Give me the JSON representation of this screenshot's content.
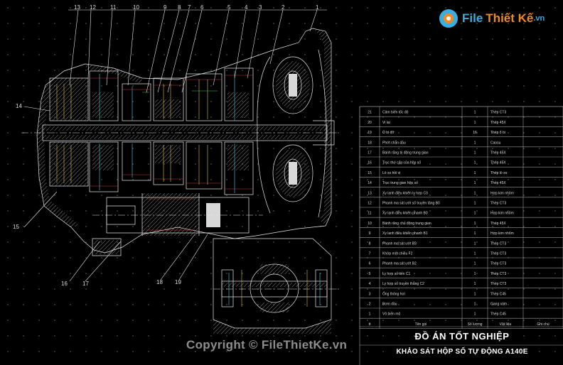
{
  "logo": {
    "part1": "File",
    "part2": "Thiết Kế",
    "suffix": ".vn"
  },
  "watermark": "Copyright © FileThietKe.vn",
  "callouts": {
    "top": [
      "13",
      "12",
      "11",
      "10",
      "9",
      "8",
      "7",
      "6",
      "5",
      "4",
      "3",
      "2",
      "1"
    ],
    "left_14": "14",
    "left_15": "15",
    "bottom": [
      "16",
      "17",
      "18",
      "19"
    ]
  },
  "parts_table": {
    "rows": [
      {
        "no": "21",
        "name": "Cảm biến tốc độ",
        "qty": "1",
        "material": "Thép CT3",
        "note": ""
      },
      {
        "no": "20",
        "name": "Vi lai",
        "qty": "1",
        "material": "Thép 45X",
        "note": ""
      },
      {
        "no": "19",
        "name": "Ổ bi đỡ",
        "qty": "16",
        "material": "Thép ổ bi",
        "note": ""
      },
      {
        "no": "18",
        "name": "Phớt chắn dầu",
        "qty": "1",
        "material": "Caosu",
        "note": ""
      },
      {
        "no": "17",
        "name": "Bánh răng bị động trung gian",
        "qty": "1",
        "material": "Thép 45X",
        "note": ""
      },
      {
        "no": "16",
        "name": "Trục thứ cấp của hộp số",
        "qty": "1",
        "material": "Thép 45X",
        "note": ""
      },
      {
        "no": "15",
        "name": "Lò xo hồi vị",
        "qty": "1",
        "material": "Thép lò xo",
        "note": ""
      },
      {
        "no": "14",
        "name": "Trục trung gian hộp số",
        "qty": "1",
        "material": "Thép 45X",
        "note": ""
      },
      {
        "no": "13",
        "name": "Xy lanh điều khiển ly hợp C0",
        "qty": "1",
        "material": "Hợp kim nhôm",
        "note": ""
      },
      {
        "no": "12",
        "name": "Phanh ma sát ướt số truyền tăng B0",
        "qty": "1",
        "material": "Thép CT3",
        "note": ""
      },
      {
        "no": "11",
        "name": "Xy lanh điều khiển phanh B0",
        "qty": "1",
        "material": "Hợp kim nhôm",
        "note": ""
      },
      {
        "no": "10",
        "name": "Bánh răng chủ động trung gian",
        "qty": "1",
        "material": "Thép 45X",
        "note": ""
      },
      {
        "no": "9",
        "name": "Xy lanh điều khiển phanh B1",
        "qty": "1",
        "material": "Hợp kim nhôm",
        "note": ""
      },
      {
        "no": "8",
        "name": "Phanh ma sát ướt B3",
        "qty": "1",
        "material": "Thép CT3",
        "note": ""
      },
      {
        "no": "7",
        "name": "Khớp một chiều F2",
        "qty": "1",
        "material": "Thép CT3",
        "note": ""
      },
      {
        "no": "6",
        "name": "Phanh ma sát ướt B2",
        "qty": "1",
        "material": "Thép CT3",
        "note": ""
      },
      {
        "no": "5",
        "name": "Ly hợp số tiến C1",
        "qty": "1",
        "material": "Thép CT3",
        "note": ""
      },
      {
        "no": "4",
        "name": "Ly hợp số truyền thẳng C2",
        "qty": "1",
        "material": "Thép CT3",
        "note": ""
      },
      {
        "no": "3",
        "name": "Ống thông hơi",
        "qty": "1",
        "material": "Thép C45",
        "note": ""
      },
      {
        "no": "2",
        "name": "Bơm dầu",
        "qty": "1",
        "material": "Gang xám",
        "note": ""
      },
      {
        "no": "1",
        "name": "Vỏ biến mô",
        "qty": "1",
        "material": "Thép C45",
        "note": ""
      }
    ],
    "header": {
      "no": "tt",
      "name": "Tên gọi",
      "qty": "Số lượng",
      "material": "Vật liệu",
      "note": "Ghi chú"
    }
  },
  "title_block": {
    "line1": "ĐỒ ÁN TỐT NGHIỆP",
    "line2": "KHẢO SÁT HỘP SỐ TỰ ĐỘNG A140E"
  },
  "colors": {
    "background": "#000000",
    "linework": "#e8e8e8",
    "red": "#d23b3b",
    "yellow": "#d9c23a",
    "cyan": "#4fc9d8",
    "green": "#46c14e",
    "logo_blue": "#3aaee0",
    "logo_orange": "#f08a24"
  }
}
